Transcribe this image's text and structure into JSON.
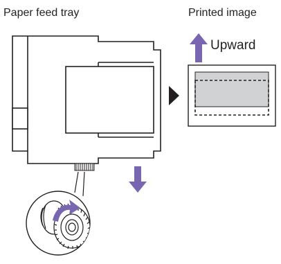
{
  "labels": {
    "paper_feed_tray": "Paper feed tray",
    "printed_image": "Printed image",
    "upward": "Upward"
  },
  "colors": {
    "arrow": "#7966b0",
    "image_gray": "#d1d2d4",
    "line": "#231f20"
  }
}
